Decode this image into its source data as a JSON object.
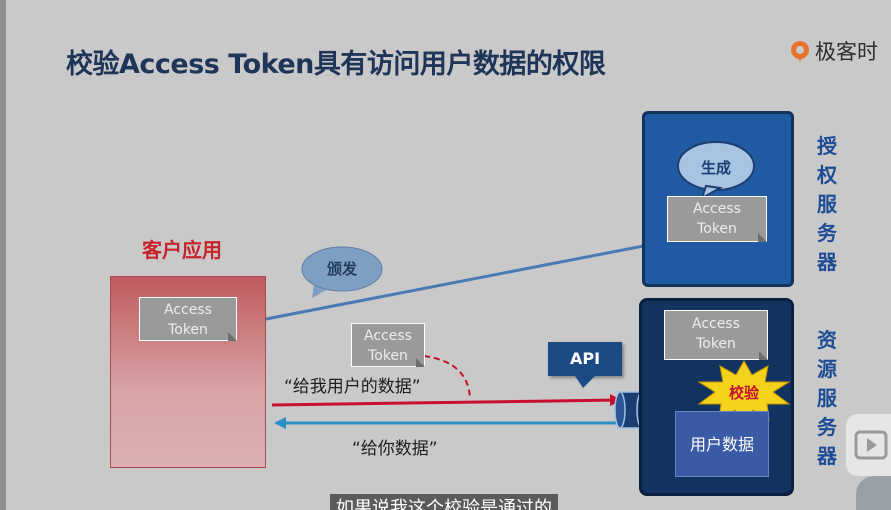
{
  "title": "校验Access Token具有访问用户数据的权限",
  "logo": {
    "text": "极客时",
    "icon": "geektime-logo-icon",
    "color": "#e8732a"
  },
  "client": {
    "label": "客户应用",
    "token_line1": "Access",
    "token_line2": "Token"
  },
  "auth_server": {
    "label_chars": [
      "授",
      "权",
      "服",
      "务",
      "器"
    ],
    "bubble": "生成",
    "token_line1": "Access",
    "token_line2": "Token"
  },
  "resource_server": {
    "label_chars": [
      "资",
      "源",
      "服",
      "务",
      "器"
    ],
    "token_line1": "Access",
    "token_line2": "Token",
    "verify": "校验",
    "user_data": "用户数据"
  },
  "issue_bubble": "颁发",
  "request_token": {
    "line1": "Access",
    "line2": "Token"
  },
  "request_text": "“给我用户的数据”",
  "response_text": "“给你数据”",
  "api_label": "API",
  "subtitle": "如果说我这个校验是通过的",
  "colors": {
    "title": "#1e3558",
    "client_label": "#c6232b",
    "server_label": "#1e4d96",
    "auth_box": "#1f5aa3",
    "resource_box": "#123260",
    "request_arrow": "#c8102e",
    "response_arrow": "#2a8fc4",
    "issue_arrow": "#4a79b3"
  }
}
